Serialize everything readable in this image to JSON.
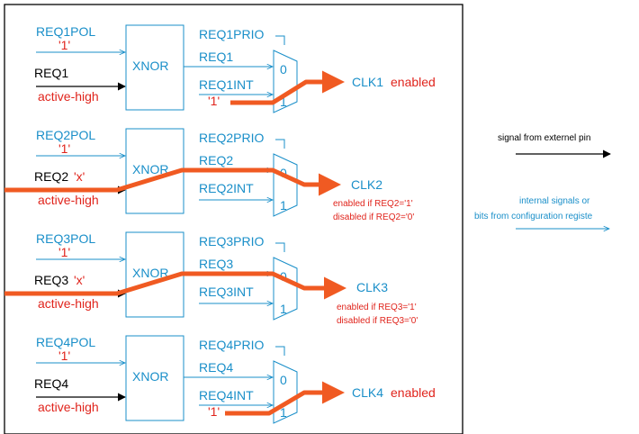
{
  "gate_label": "XNOR",
  "mux_in0": "0",
  "mux_in1": "1",
  "channels": [
    {
      "pol": "REQ1POL",
      "pol_value": "'1'",
      "req": "REQ1",
      "req_value": "",
      "polarity": "active-high",
      "prio": "REQ1PRIO",
      "req_mid": "REQ1",
      "int": "REQ1INT",
      "int_value": "'1'",
      "clk": "CLK1",
      "clk_status": "enabled",
      "note1": "",
      "note2": ""
    },
    {
      "pol": "REQ2POL",
      "pol_value": "'1'",
      "req": "REQ2",
      "req_value": "'x'",
      "polarity": "active-high",
      "prio": "REQ2PRIO",
      "req_mid": "REQ2",
      "int": "REQ2INT",
      "int_value": "",
      "clk": "CLK2",
      "clk_status": "",
      "note1": "enabled if REQ2='1'",
      "note2": "disabled if REQ2='0'"
    },
    {
      "pol": "REQ3POL",
      "pol_value": "'1'",
      "req": "REQ3",
      "req_value": "'x'",
      "polarity": "active-high",
      "prio": "REQ3PRIO",
      "req_mid": "REQ3",
      "int": "REQ3INT",
      "int_value": "",
      "clk": "CLK3",
      "clk_status": "",
      "note1": "enabled if REQ3='1'",
      "note2": "disabled if REQ3='0'"
    },
    {
      "pol": "REQ4POL",
      "pol_value": "'1'",
      "req": "REQ4",
      "req_value": "",
      "polarity": "active-high",
      "prio": "REQ4PRIO",
      "req_mid": "REQ4",
      "int": "REQ4INT",
      "int_value": "'1'",
      "clk": "CLK4",
      "clk_status": "enabled",
      "note1": "",
      "note2": ""
    }
  ],
  "legend": {
    "external_label": "signal from externel pin",
    "internal_label_1": "internal signals or",
    "internal_label_2": "bits from configuration registe"
  },
  "colors": {
    "signal_blue": "#1a8fc9",
    "highlight_orange": "#f05a22",
    "text_red": "#e0241c",
    "external_black": "#000000"
  }
}
